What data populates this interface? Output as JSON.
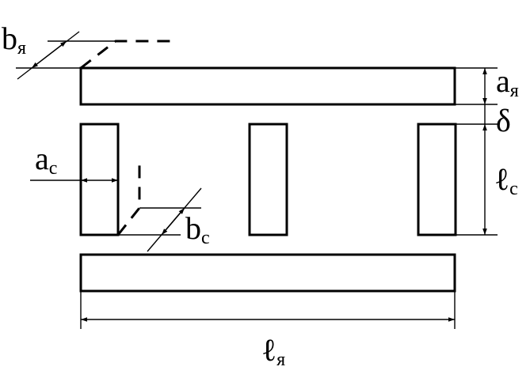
{
  "labels": {
    "b_ya": {
      "main": "b",
      "sub": "я"
    },
    "a_ya": {
      "main": "a",
      "sub": "я"
    },
    "delta": {
      "main": "δ"
    },
    "a_c": {
      "main": "a",
      "sub": "c"
    },
    "l_c": {
      "main": "ℓ",
      "sub": "c"
    },
    "b_c": {
      "main": "b",
      "sub": "c"
    },
    "l_ya": {
      "main": "ℓ",
      "sub": "я"
    }
  },
  "colors": {
    "stroke": "#000000",
    "background": "#ffffff"
  }
}
